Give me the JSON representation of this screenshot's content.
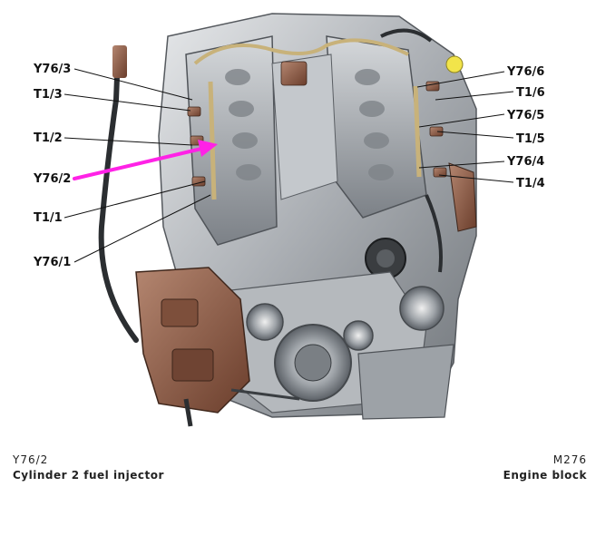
{
  "labels": {
    "left": [
      "Y76/3",
      "T1/3",
      "T1/2",
      "Y76/2",
      "T1/1",
      "Y76/1"
    ],
    "right": [
      "Y76/6",
      "T1/6",
      "Y76/5",
      "T1/5",
      "Y76/4",
      "T1/4"
    ]
  },
  "captions": {
    "component_code": "Y76/2",
    "component_name": "Cylinder 2 fuel injector",
    "model": "M276",
    "category": "Engine block"
  },
  "colors": {
    "highlight_arrow": "#ff22e6",
    "engine_grey": "#9aa0a6",
    "copper": "#8a5a44",
    "fuel_rail": "#c8b27a"
  },
  "icons": {
    "highlight": "arrow-pointer-icon"
  }
}
